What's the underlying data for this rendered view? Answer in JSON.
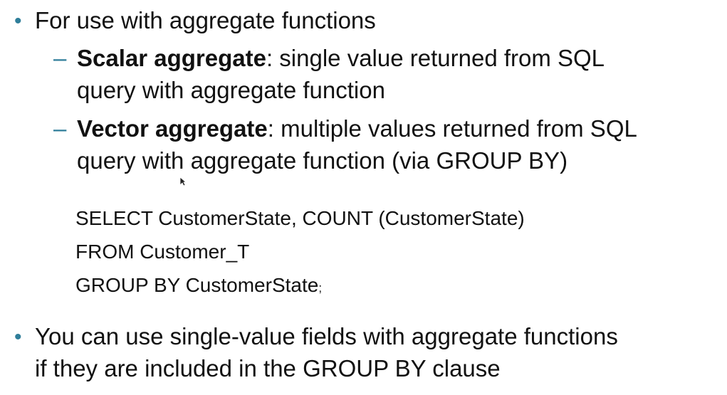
{
  "bullets": {
    "bullet1": {
      "marker": "•",
      "text": "For use with aggregate functions"
    },
    "sub1": {
      "marker": "–",
      "term": "Scalar aggregate",
      "desc_line1": ": single value returned from SQL",
      "desc_line2": "query with aggregate function"
    },
    "sub2": {
      "marker": "–",
      "term": "Vector aggregate",
      "desc_line1": ": multiple values returned from SQL",
      "desc_line2": "query with aggregate function (via GROUP BY)"
    },
    "bullet2": {
      "marker": "•",
      "line1": "You can use single-value fields with aggregate functions",
      "line2": "if they are included in the GROUP BY clause"
    }
  },
  "sql": {
    "line1": "SELECT CustomerState, COUNT (CustomerState)",
    "line2": "FROM Customer_T",
    "line3": "GROUP BY CustomerState",
    "terminator": ";"
  },
  "colors": {
    "marker": "#2f7e9a",
    "text": "#111111",
    "background": "#ffffff"
  },
  "icons": {
    "cursor": "mouse-pointer-icon"
  }
}
